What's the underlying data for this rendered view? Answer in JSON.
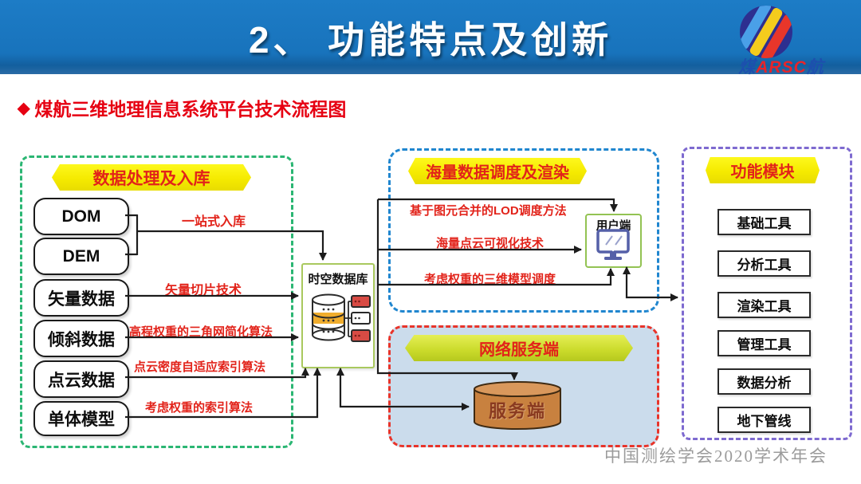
{
  "header": {
    "title": "2、 功能特点及创新",
    "logo": {
      "left": "煤",
      "mid": "ARSC",
      "right": "航",
      "icon": "striped-globe"
    }
  },
  "subtitle": {
    "bullet": "◆",
    "text": "煤航三维地理信息系统平台技术流程图"
  },
  "diagram": {
    "data_processing": {
      "banner": "数据处理及入库",
      "sources": [
        "DOM",
        "DEM",
        "矢量数据",
        "倾斜数据",
        "点云数据",
        "单体模型"
      ],
      "flow_labels": [
        "一站式入库",
        "矢量切片技术",
        "高程权重的三角网简化算法",
        "点云密度自适应索引算法",
        "考虑权重的索引算法"
      ]
    },
    "database": {
      "label": "时空数据库",
      "icon": "database-cylinder-with-servers"
    },
    "dispatch_rendering": {
      "banner": "海量数据调度及渲染",
      "methods": [
        "基于图元合并的LOD调度方法",
        "海量点云可视化技术",
        "考虑权重的三维模型调度"
      ],
      "client": {
        "label": "用户端",
        "icon": "monitor"
      }
    },
    "network_service": {
      "banner": "网络服务端",
      "server": {
        "label": "服务端",
        "icon": "cylinder"
      }
    },
    "modules": {
      "banner": "功能模块",
      "items": [
        "基础工具",
        "分析工具",
        "渲染工具",
        "管理工具",
        "数据分析",
        "地下管线"
      ]
    }
  },
  "footer": {
    "watermark": "中国测绘学会2020学术年会"
  },
  "colors": {
    "banner_blue": "#1873bc",
    "accent_red": "#e2231a",
    "banner_yellow": "#f8ef00",
    "banner_yellow_green": "#cada2a",
    "green_border": "#2bb673",
    "blue_border": "#2086cf",
    "red_border": "#e8342a",
    "purple_border": "#7e6ad0",
    "db_border": "#a9c95e",
    "client_border": "#93c353",
    "server_fill": "#c8813f",
    "network_fill": "#cbdcec",
    "monitor_purple": "#5560a8"
  }
}
